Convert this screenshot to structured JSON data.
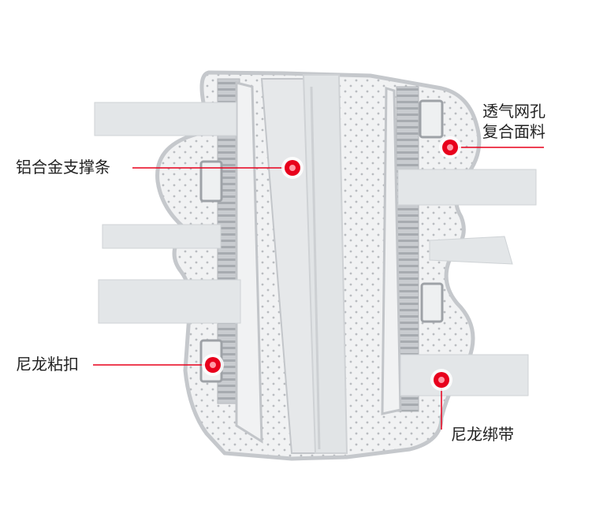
{
  "annotations": {
    "breathable_fabric": {
      "line1": "透气网孔",
      "line2": "复合面料"
    },
    "aluminum_strip": "铝合金支撑条",
    "velcro_buckle": "尼龙粘扣",
    "nylon_strap": "尼龙绑带"
  },
  "colors": {
    "marker": "#e8001c",
    "leader_line": "#e8001c",
    "pad_fabric": "#f2f3f4",
    "strap": "#dfe3e6",
    "trim": "#c8cbcf"
  }
}
